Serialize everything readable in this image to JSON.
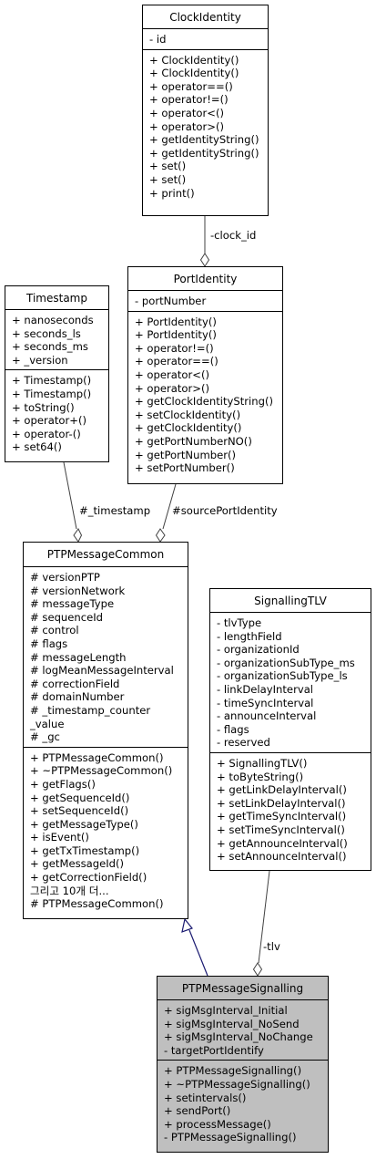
{
  "classes": {
    "clock_identity": {
      "title": "ClockIdentity",
      "attributes": [
        "- id"
      ],
      "methods": [
        "+ ClockIdentity()",
        "+ ClockIdentity()",
        "+ operator==()",
        "+ operator!=()",
        "+ operator<()",
        "+ operator>()",
        "+ getIdentityString()",
        "+ getIdentityString()",
        "+ set()",
        "+ set()",
        "+ print()"
      ]
    },
    "port_identity": {
      "title": "PortIdentity",
      "attributes": [
        "- portNumber"
      ],
      "methods": [
        "+ PortIdentity()",
        "+ PortIdentity()",
        "+ operator!=()",
        "+ operator==()",
        "+ operator<()",
        "+ operator>()",
        "+ getClockIdentityString()",
        "+ setClockIdentity()",
        "+ getClockIdentity()",
        "+ getPortNumberNO()",
        "+ getPortNumber()",
        "+ setPortNumber()"
      ]
    },
    "timestamp": {
      "title": "Timestamp",
      "attributes": [
        "+ nanoseconds",
        "+ seconds_ls",
        "+ seconds_ms",
        "+ _version"
      ],
      "methods": [
        "+ Timestamp()",
        "+ Timestamp()",
        "+ toString()",
        "+ operator+()",
        "+ operator-()",
        "+ set64()"
      ]
    },
    "ptp_message_common": {
      "title": "PTPMessageCommon",
      "attributes": [
        "# versionPTP",
        "# versionNetwork",
        "# messageType",
        "# sequenceId",
        "# control",
        "# flags",
        "# messageLength",
        "# logMeanMessageInterval",
        "# correctionField",
        "# domainNumber",
        "# _timestamp_counter",
        "_value",
        "# _gc"
      ],
      "methods": [
        "+ PTPMessageCommon()",
        "+ ~PTPMessageCommon()",
        "+ getFlags()",
        "+ getSequenceId()",
        "+ setSequenceId()",
        "+ getMessageType()",
        "+ isEvent()",
        "+ getTxTimestamp()",
        "+ getMessageId()",
        "+ getCorrectionField()",
        "그리고 10개 더...",
        "# PTPMessageCommon()"
      ]
    },
    "signalling_tlv": {
      "title": "SignallingTLV",
      "attributes": [
        "- tlvType",
        "- lengthField",
        "- organizationId",
        "- organizationSubType_ms",
        "- organizationSubType_ls",
        "- linkDelayInterval",
        "- timeSyncInterval",
        "- announceInterval",
        "- flags",
        "- reserved"
      ],
      "methods": [
        "+ SignallingTLV()",
        "+ toByteString()",
        "+ getLinkDelayInterval()",
        "+ setLinkDelayInterval()",
        "+ getTimeSyncInterval()",
        "+ setTimeSyncInterval()",
        "+ getAnnounceInterval()",
        "+ setAnnounceInterval()"
      ]
    },
    "ptp_message_signalling": {
      "title": "PTPMessageSignalling",
      "attributes": [
        "+ sigMsgInterval_Initial",
        "+ sigMsgInterval_NoSend",
        "+ sigMsgInterval_NoChange",
        "- targetPortIdentify"
      ],
      "methods": [
        "+ PTPMessageSignalling()",
        "+ ~PTPMessageSignalling()",
        "+ setintervals()",
        "+ sendPort()",
        "+ processMessage()",
        "- PTPMessageSignalling()"
      ]
    }
  },
  "edges": {
    "clock_id_label": "-clock_id",
    "timestamp_label": "#_timestamp",
    "source_port_identity_label": "#sourcePortIdentity",
    "tlv_label": "-tlv"
  },
  "colors": {
    "highlight_fill": "#bfbfbf",
    "inheritance_arrow": "#191970",
    "association_line": "#404040"
  }
}
